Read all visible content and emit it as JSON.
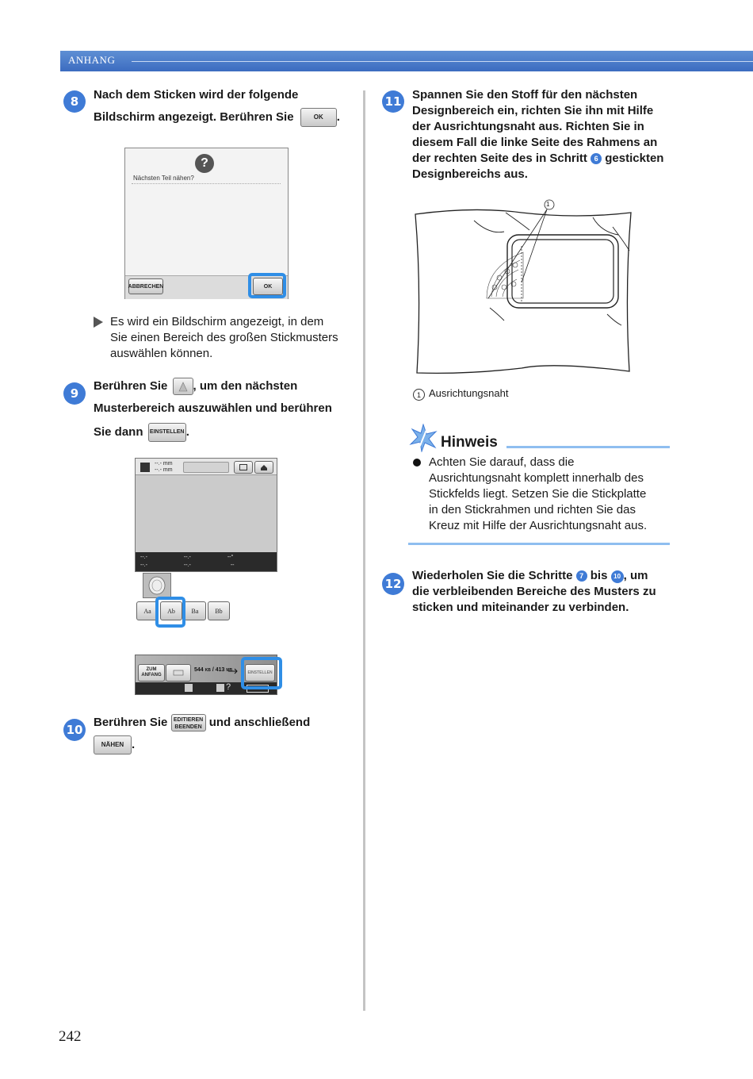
{
  "header": {
    "section": "ANHANG"
  },
  "left": {
    "step8": {
      "num": "8",
      "line1": "Nach dem Sticken wird der folgende",
      "line2_pre": "Bildschirm angezeigt. Berühren Sie",
      "btn": "OK",
      "line2_post": "."
    },
    "dialog": {
      "question_mark": "?",
      "message": "Nächsten Teil nähen?",
      "cancel": "ABBRECHEN",
      "ok": "OK"
    },
    "result8": {
      "line1": "Es wird ein Bildschirm angezeigt, in dem",
      "line2": "Sie einen Bereich des großen Stickmusters",
      "line3": "auswählen können."
    },
    "step9": {
      "num": "9",
      "line1_pre": "Berühren Sie",
      "line1_post": ", um den nächsten",
      "line2": "Musterbereich auszuwählen und berühren",
      "line3_pre": "Sie dann",
      "btn": "EINSTELLEN",
      "line3_post": "."
    },
    "screen9": {
      "top_val1": "--.-",
      "top_val2": "--.-",
      "unit": "mm",
      "row1a": "--.-",
      "row1b": "--.-",
      "row1c": "--°",
      "row2a": "--.-",
      "row2b": "--.-",
      "row2c": "--",
      "thumbs": [
        "Aa",
        "Ab",
        "Ba",
        "Bb"
      ]
    },
    "bar9": {
      "zum_anfang": "ZUM ANFANG",
      "kb_val": "544",
      "kb_unit": "KB",
      "mb_val": "413",
      "mb_unit": "MB",
      "einstellen": "EINSTELLEN",
      "help": "?"
    },
    "step10": {
      "num": "10",
      "pre": "Berühren Sie",
      "btn1": "EDITIEREN BEENDEN",
      "mid": "und anschließend",
      "btn2": "NÄHEN",
      "post": "."
    }
  },
  "right": {
    "step11": {
      "num": "11",
      "line1": "Spannen Sie den Stoff für den nächsten",
      "line2": "Designbereich ein, richten Sie ihn mit Hilfe",
      "line3": "der Ausrichtungsnaht aus. Richten Sie in",
      "line4": "diesem Fall die linke Seite des Rahmens an",
      "line5_pre": "der rechten Seite des in Schritt",
      "line5_ref": "6",
      "line5_post": "gestickten",
      "line6": "Designbereichs aus."
    },
    "figure": {
      "callout": "1",
      "caption_num": "1",
      "caption": "Ausrichtungsnaht"
    },
    "note": {
      "title": "Hinweis",
      "line1": "Achten Sie darauf, dass die",
      "line2": "Ausrichtungsnaht komplett innerhalb des",
      "line3": "Stickfelds liegt. Setzen Sie die Stickplatte",
      "line4": "in den Stickrahmen und richten Sie das",
      "line5": "Kreuz mit Hilfe der Ausrichtungsnaht aus."
    },
    "step12": {
      "num": "12",
      "line1_pre": "Wiederholen Sie die Schritte",
      "ref1": "7",
      "line1_mid": "bis",
      "ref2": "10",
      "line1_post": ", um",
      "line2": "die verbleibenden Bereiche des Musters zu",
      "line3": "sticken und miteinander zu verbinden."
    }
  },
  "footer": {
    "page_number": "242"
  },
  "colors": {
    "accent": "#3f7bd6",
    "highlight": "#2f8ee6",
    "header": "#4a7ccb"
  }
}
